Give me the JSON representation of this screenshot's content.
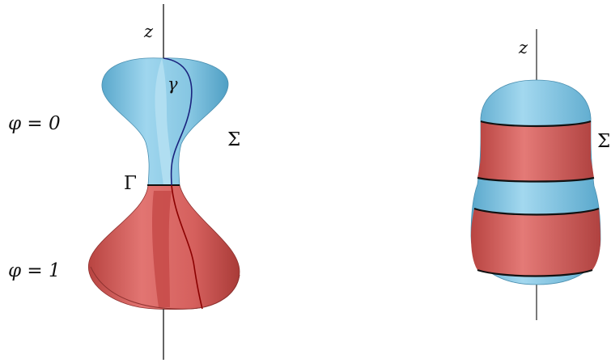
{
  "left_figure": {
    "axis_label": "z",
    "curve_label": "γ",
    "surface_label": "Σ",
    "interface_label": "Γ",
    "phase_top_label": "φ = 0",
    "phase_bottom_label": "φ = 1"
  },
  "right_figure": {
    "axis_label": "z",
    "surface_label": "Σ"
  },
  "colors": {
    "blue_phase": "#8ccbe6",
    "red_phase": "#d9625f",
    "curve_blue": "#1a237e",
    "curve_red": "#8b0000",
    "axis": "#333333",
    "interface": "#111111"
  }
}
